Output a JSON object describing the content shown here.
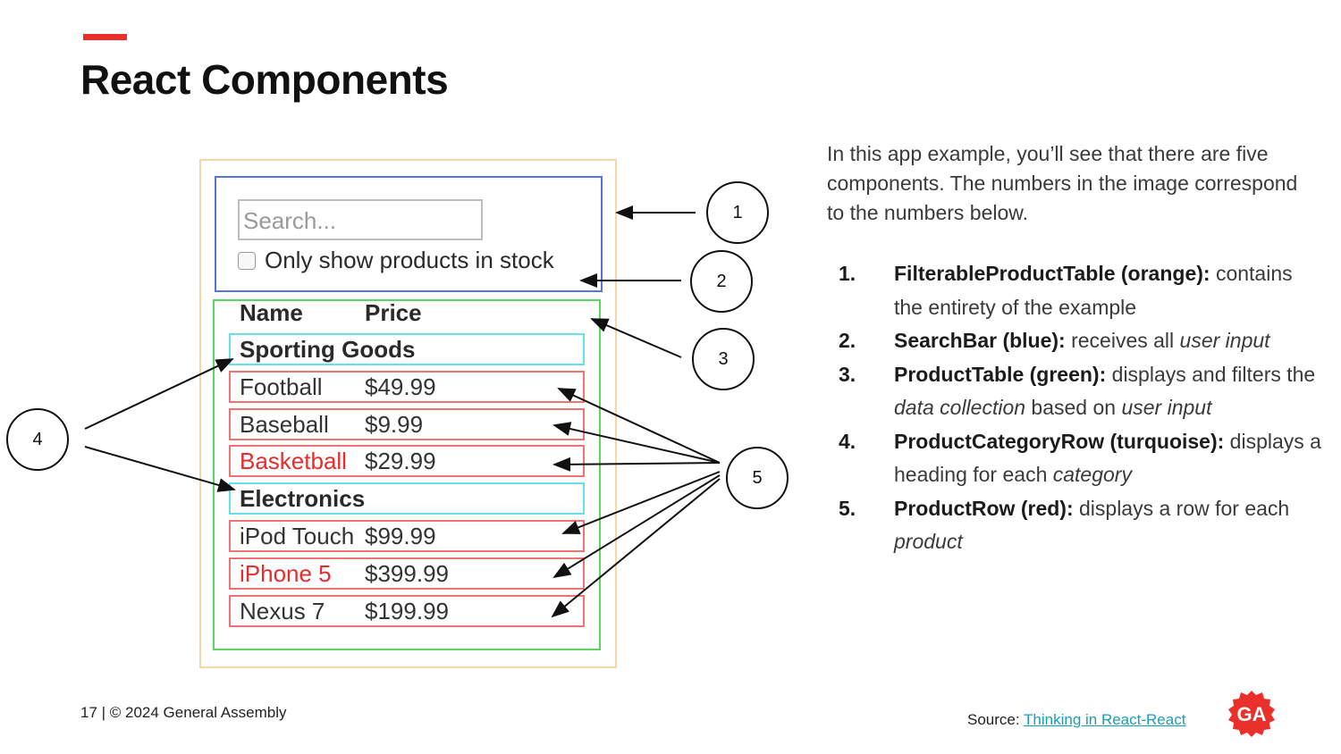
{
  "slide": {
    "title": "React Components",
    "accent_color": "#e9302b"
  },
  "figure": {
    "search_placeholder": "Search...",
    "stock_label": "Only show products in stock",
    "headers": {
      "name": "Name",
      "price": "Price"
    },
    "rows": [
      {
        "kind": "category",
        "name": "Sporting Goods"
      },
      {
        "kind": "product",
        "name": "Football",
        "price": "$49.99",
        "in_stock": true
      },
      {
        "kind": "product",
        "name": "Baseball",
        "price": "$9.99",
        "in_stock": true
      },
      {
        "kind": "product",
        "name": "Basketball",
        "price": "$29.99",
        "in_stock": false
      },
      {
        "kind": "category",
        "name": "Electronics"
      },
      {
        "kind": "product",
        "name": "iPod Touch",
        "price": "$99.99",
        "in_stock": true
      },
      {
        "kind": "product",
        "name": "iPhone 5",
        "price": "$399.99",
        "in_stock": false
      },
      {
        "kind": "product",
        "name": "Nexus 7",
        "price": "$199.99",
        "in_stock": true
      }
    ],
    "callouts": [
      "1",
      "2",
      "3",
      "4",
      "5"
    ],
    "colors": {
      "orange": "#f6d8a6",
      "blue": "#5a73d6",
      "green": "#5bd85b",
      "turquoise": "#66e0ee",
      "red": "#ef7373"
    }
  },
  "text": {
    "intro": "In this app example, you’ll see that there are five components. The numbers in the image correspond to the numbers below.",
    "components": [
      {
        "num": "1.",
        "name": "FilterableProductTable (orange):",
        "desc_html": " contains the entirety of the example"
      },
      {
        "num": "2.",
        "name": "SearchBar (blue):",
        "desc_html": " receives all <em>user input</em>"
      },
      {
        "num": "3.",
        "name": "ProductTable (green):",
        "desc_html": " displays and filters the <em>data collection</em> based on <em>user input</em>"
      },
      {
        "num": "4.",
        "name": "ProductCategoryRow (turquoise):",
        "desc_html": " displays a heading for each <em>category</em>"
      },
      {
        "num": "5.",
        "name": "ProductRow (red):",
        "desc_html": " displays a row for each <em>product</em>"
      }
    ]
  },
  "footer": {
    "page": "17 | © 2024 General Assembly",
    "source_label": "Source: ",
    "source_link": "Thinking in React-React"
  },
  "logo": {
    "text": "GA",
    "color": "#e9302b",
    "icon": "ga-logo-icon"
  }
}
